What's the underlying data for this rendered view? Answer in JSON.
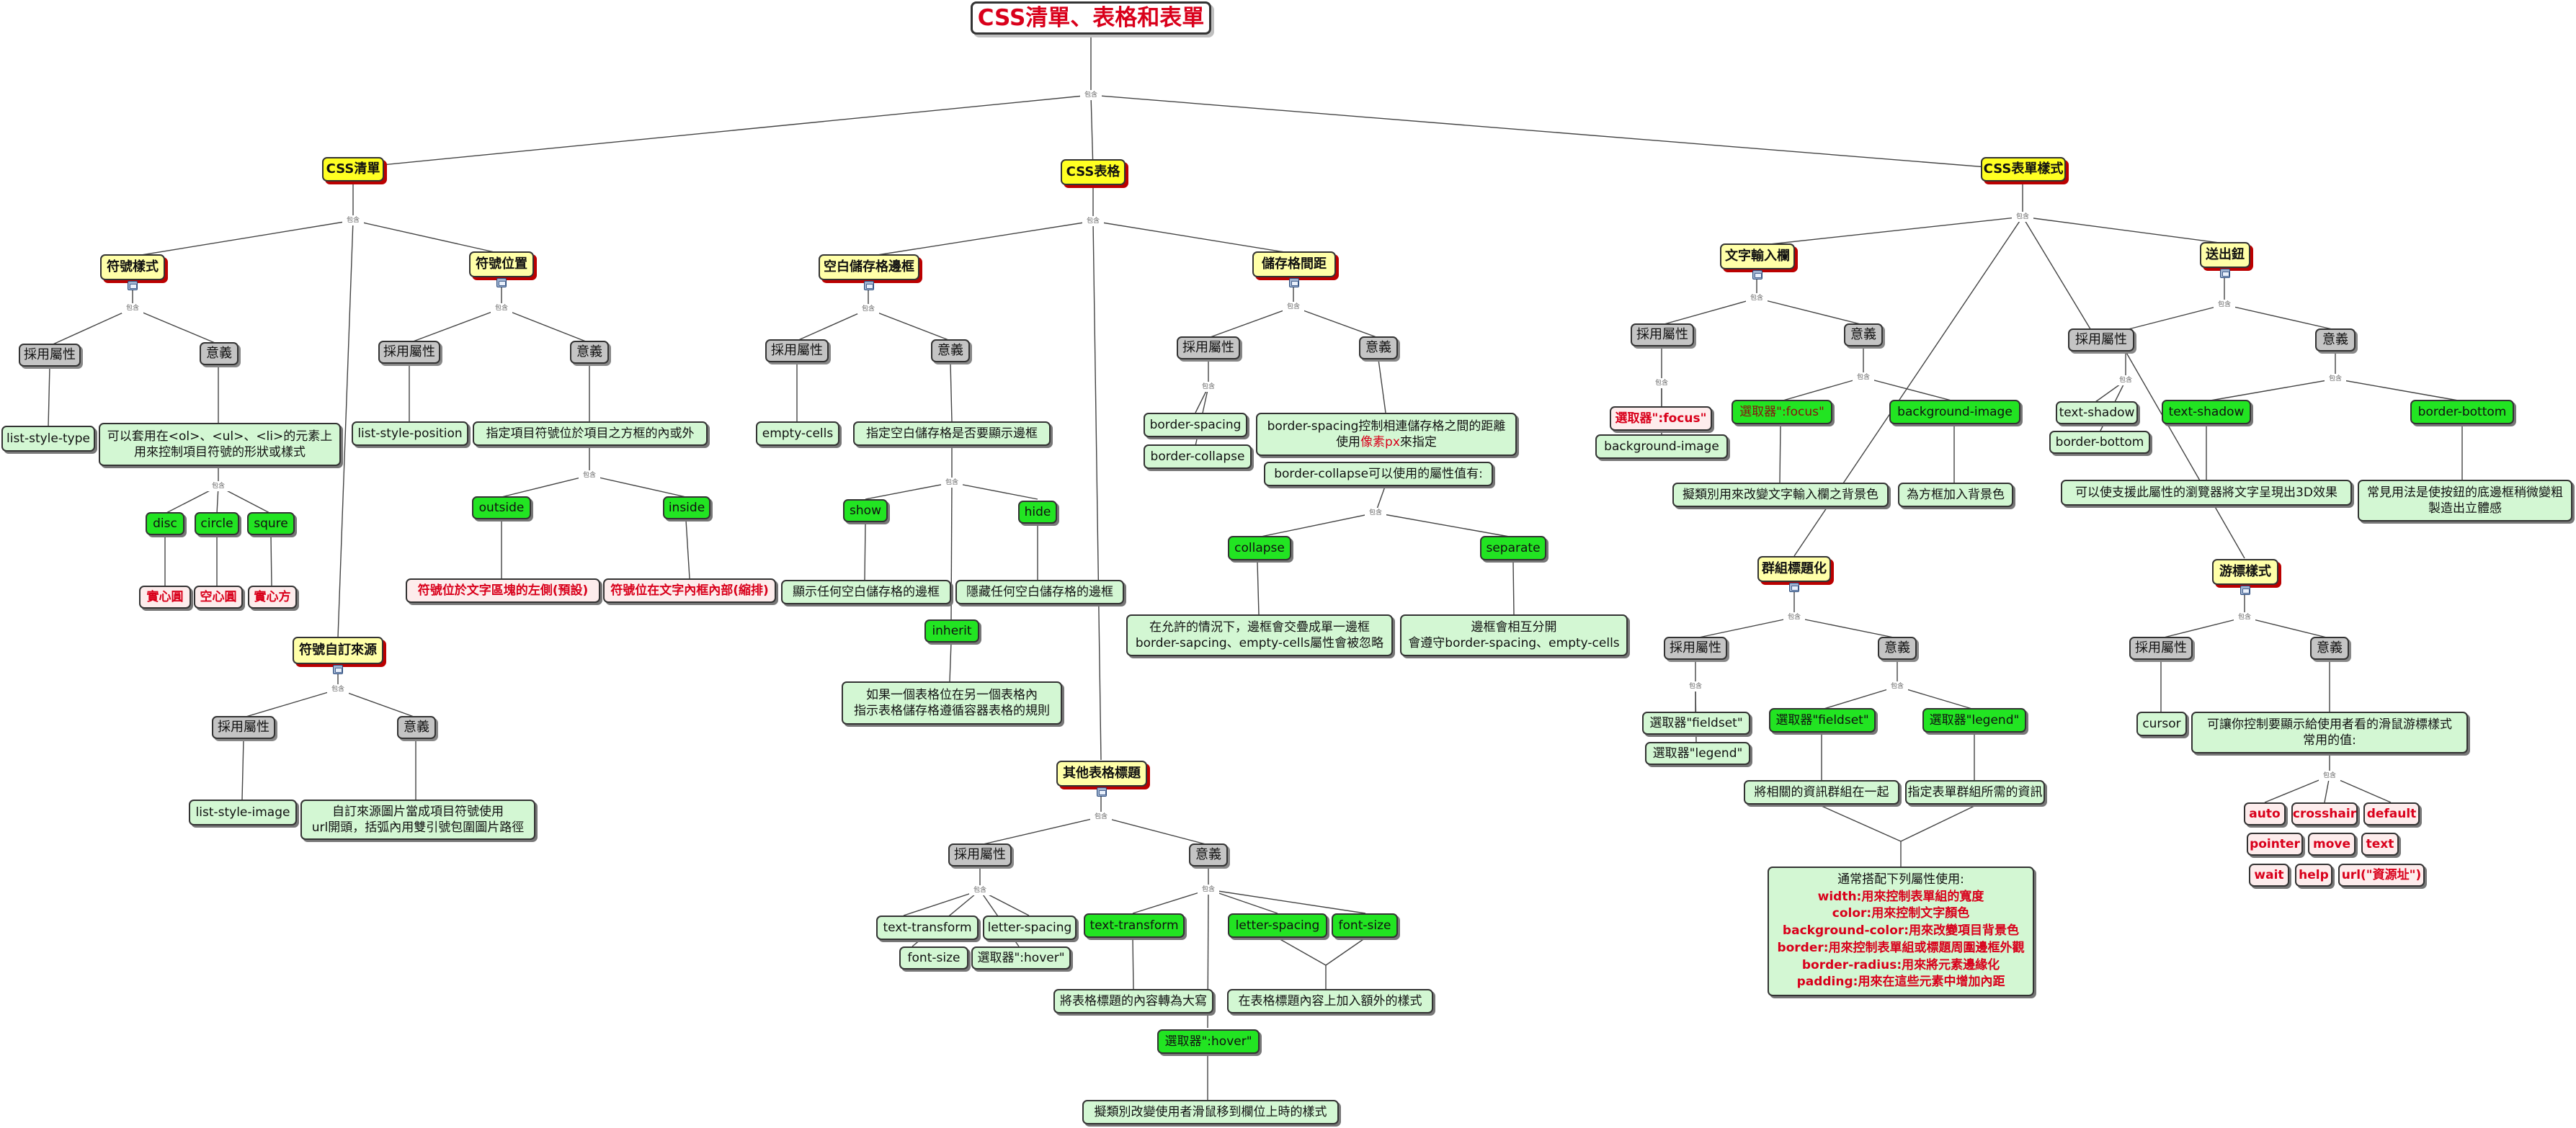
{
  "connector_label": "包含",
  "root": {
    "title": "CSS清單、表格和表單"
  },
  "list": {
    "title": "CSS清單",
    "symbol_style": {
      "title": "符號樣式",
      "attr_label": "採用屬性",
      "meaning_label": "意義",
      "attr": "list-style-type",
      "meaning_lines": [
        "可以套用在<ol>、<ul>、<li>的元素上",
        "用來控制項目符號的形狀或樣式"
      ],
      "values": [
        "disc",
        "circle",
        "squre"
      ],
      "value_meanings": [
        "實心圓",
        "空心圓",
        "實心方"
      ]
    },
    "symbol_position": {
      "title": "符號位置",
      "attr_label": "採用屬性",
      "meaning_label": "意義",
      "attr": "list-style-position",
      "meaning": "指定項目符號位於項目之方框的內或外",
      "values": [
        "outside",
        "inside"
      ],
      "value_meanings": [
        "符號位於文字區塊的左側(預設)",
        "符號位在文字內框內部(縮排)"
      ]
    },
    "custom_source": {
      "title": "符號自訂來源",
      "attr_label": "採用屬性",
      "meaning_label": "意義",
      "attr": "list-style-image",
      "meaning_lines": [
        "自訂來源圖片當成項目符號使用",
        "url開頭，括弧內用雙引號包圍圖片路徑"
      ]
    }
  },
  "table": {
    "title": "CSS表格",
    "empty_cells": {
      "title": "空白儲存格邊框",
      "attr_label": "採用屬性",
      "meaning_label": "意義",
      "attr": "empty-cells",
      "meaning": "指定空白儲存格是否要顯示邊框",
      "values": [
        "show",
        "hide",
        "inherit"
      ],
      "show_meaning": "顯示任何空白儲存格的邊框",
      "hide_meaning": "隱藏任何空白儲存格的邊框",
      "inherit_meaning_lines": [
        "如果一個表格位在另一個表格內",
        "指示表格儲存格遵循容器表格的規則"
      ]
    },
    "cell_spacing": {
      "title": "儲存格間距",
      "attr_label": "採用屬性",
      "meaning_label": "意義",
      "attrs": [
        "border-spacing",
        "border-collapse"
      ],
      "meaning_line1": "border-spacing控制相連儲存格之間的距離",
      "meaning_line2_pre": "使用",
      "meaning_line2_red": "像素px",
      "meaning_line2_post": "來指定",
      "collapse_intro": "border-collapse可以使用的屬性值有:",
      "values": [
        "collapse",
        "separate"
      ],
      "collapse_meaning_lines": [
        "在允許的情況下，邊框會交疊成單一邊框",
        "border-sapcing、empty-cells屬性會被忽略"
      ],
      "separate_meaning_lines": [
        "邊框會相互分開",
        "會遵守border-spacing、empty-cells"
      ]
    },
    "caption_style": {
      "title": "其他表格標題",
      "attr_label": "採用屬性",
      "meaning_label": "意義",
      "attrs": [
        "text-transform",
        "letter-spacing",
        "font-size",
        "選取器\":hover\""
      ],
      "meaning_tags": [
        "text-transform",
        "letter-spacing",
        "font-size",
        "選取器\":hover\""
      ],
      "transform_meaning": "將表格標題的內容轉為大寫",
      "spacing_meaning": "在表格標題內容上加入額外的樣式",
      "hover_meaning": "擬類別改變使用者滑鼠移到欄位上時的樣式"
    }
  },
  "form": {
    "title": "CSS表單樣式",
    "text_input": {
      "title": "文字輸入欄",
      "attr_label": "採用屬性",
      "meaning_label": "意義",
      "attrs": [
        "選取器\":focus\"",
        "background-image"
      ],
      "meaning_tags": [
        "選取器\":focus\"",
        "background-image"
      ],
      "focus_meaning": "擬類別用來改變文字輸入欄之背景色",
      "bg_meaning": "為方框加入背景色"
    },
    "group_title": {
      "title": "群組標題化",
      "attr_label": "採用屬性",
      "meaning_label": "意義",
      "attrs": [
        "選取器\"fieldset\"",
        "選取器\"legend\""
      ],
      "meaning_tags": [
        "選取器\"fieldset\"",
        "選取器\"legend\""
      ],
      "fieldset_meaning": "將相關的資訊群組在一起",
      "legend_meaning": "指定表單群組所需的資訊",
      "common_title": "通常搭配下列屬性使用:",
      "common_lines": [
        "width:用來控制表單組的寬度",
        "color:用來控制文字顏色",
        "background-color:用來改變項目背景色",
        "border:用來控制表單組或標題周圍邊框外觀",
        "border-radius:用來將元素邊緣化",
        "padding:用來在這些元素中增加內距"
      ]
    },
    "submit_button": {
      "title": "送出鈕",
      "attr_label": "採用屬性",
      "meaning_label": "意義",
      "attrs": [
        "text-shadow",
        "border-bottom"
      ],
      "meaning_tags": [
        "text-shadow",
        "border-bottom"
      ],
      "shadow_meaning": "可以使支援此屬性的瀏覽器將文字呈現出3D效果",
      "border_meaning_lines": [
        "常見用法是使按鈕的底邊框稍微變粗",
        "製造出立體感"
      ]
    },
    "cursor_style": {
      "title": "游標樣式",
      "attr_label": "採用屬性",
      "meaning_label": "意義",
      "attr": "cursor",
      "meaning_lines": [
        "可讓你控制要顯示給使用者看的滑鼠游標樣式",
        "常用的值:"
      ],
      "values": [
        "auto",
        "crosshair",
        "default",
        "pointer",
        "move",
        "text",
        "wait",
        "help",
        "url(\"資源址\")"
      ]
    }
  }
}
